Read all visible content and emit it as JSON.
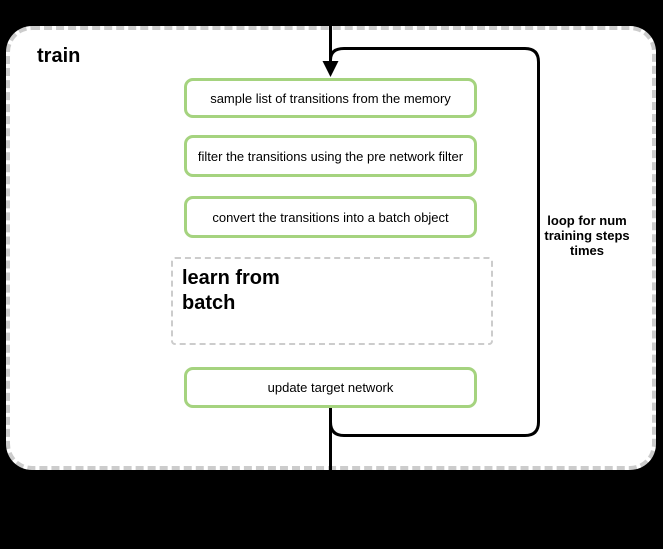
{
  "diagram": {
    "title": "train",
    "steps": [
      "sample list of transitions from the memory",
      "filter the transitions using the pre network filter",
      "convert the transitions into a batch object"
    ],
    "group_label": "learn from batch",
    "final_step": "update target network",
    "loop_note": "loop for num training steps times",
    "colors": {
      "background": "#000000",
      "canvas": "#ffffff",
      "node_border_green": "#a5d37f",
      "dashed_border_gray": "#cccccc",
      "connector_black": "#000000"
    }
  }
}
